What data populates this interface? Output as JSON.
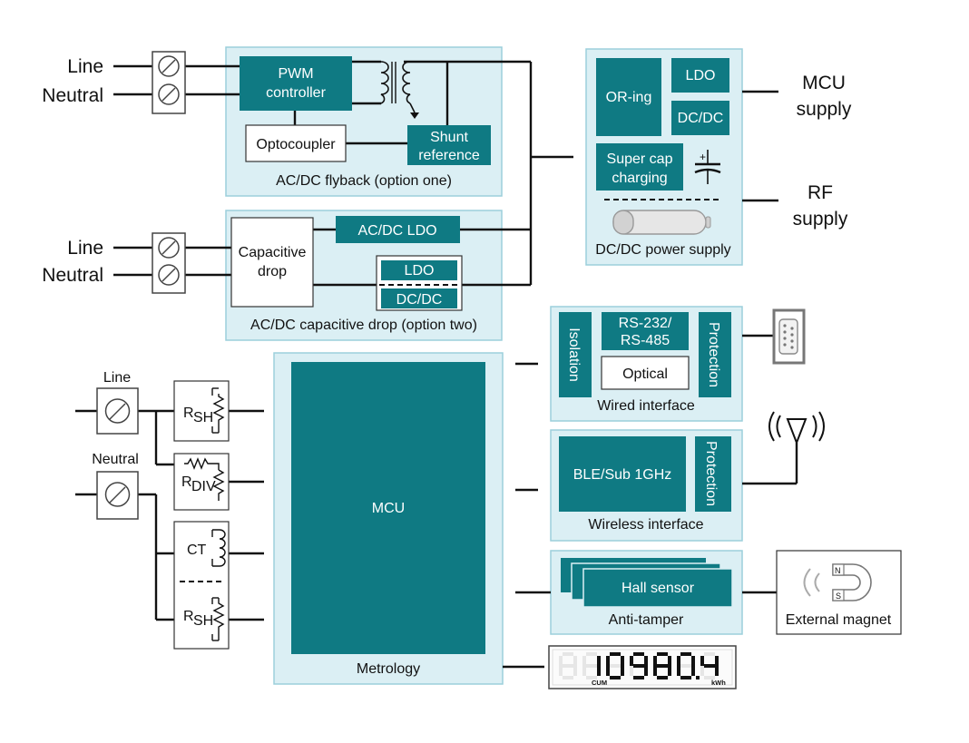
{
  "diagram": {
    "inputs": {
      "flyback_line": "Line",
      "flyback_neutral": "Neutral",
      "capdrop_line": "Line",
      "capdrop_neutral": "Neutral",
      "metro_line": "Line",
      "metro_neutral": "Neutral"
    },
    "flyback": {
      "title": "AC/DC flyback (option one)",
      "pwm_line1": "PWM",
      "pwm_line2": "controller",
      "optocoupler": "Optocoupler",
      "shunt_line1": "Shunt",
      "shunt_line2": "reference"
    },
    "capdrop": {
      "title": "AC/DC capacitive drop (option two)",
      "cap_line1": "Capacitive",
      "cap_line2": "drop",
      "acdc_ldo": "AC/DC LDO",
      "ldo": "LDO",
      "dcdc": "DC/DC"
    },
    "power": {
      "title": "DC/DC power supply",
      "oring": "OR-ing",
      "ldo": "LDO",
      "dcdc": "DC/DC",
      "supercap_line1": "Super cap",
      "supercap_line2": "charging",
      "mcu_supply_line1": "MCU",
      "mcu_supply_line2": "supply",
      "rf_supply_line1": "RF",
      "rf_supply_line2": "supply"
    },
    "metrology": {
      "title": "Metrology",
      "mcu": "MCU",
      "rsh_main": "R",
      "rsh_sub": "SH",
      "rdiv_main": "R",
      "rdiv_sub": "DIV",
      "ct": "CT"
    },
    "wired": {
      "title": "Wired interface",
      "isolation": "Isolation",
      "rs_line1": "RS-232/",
      "rs_line2": "RS-485",
      "optical": "Optical",
      "protection": "Protection"
    },
    "wireless": {
      "title": "Wireless interface",
      "ble": "BLE/Sub 1GHz",
      "protection": "Protection"
    },
    "tamper": {
      "title": "Anti-tamper",
      "hall": "Hall sensor",
      "magnet": "External magnet",
      "magnet_n": "N",
      "magnet_s": "S"
    },
    "display": {
      "reading": "10980.4",
      "label_cum": "CUM",
      "label_kwh": "kWh"
    },
    "colors": {
      "teal": "#0f7a83",
      "panel": "#dbeff4"
    }
  }
}
